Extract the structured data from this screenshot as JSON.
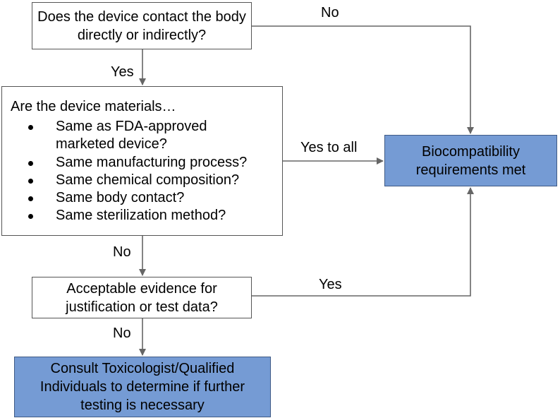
{
  "nodes": {
    "contact_question": "Does the device contact the body directly or indirectly?",
    "materials_question": {
      "intro": "Are the device materials…",
      "items": [
        "Same as FDA-approved marketed device?",
        "Same manufacturing process?",
        "Same chemical composition?",
        "Same body contact?",
        "Same sterilization method?"
      ]
    },
    "requirements_met": "Biocompatibility requirements met",
    "evidence_question": "Acceptable evidence for justification or test data?",
    "consult": "Consult Toxicologist/Qualified Individuals to determine if further testing is necessary"
  },
  "edges": {
    "contact_no": "No",
    "contact_yes": "Yes",
    "materials_yes_all": "Yes to all",
    "materials_no": "No",
    "evidence_yes": "Yes",
    "evidence_no": "No"
  },
  "colors": {
    "highlight_fill": "#759bd4",
    "connector": "#666666"
  }
}
